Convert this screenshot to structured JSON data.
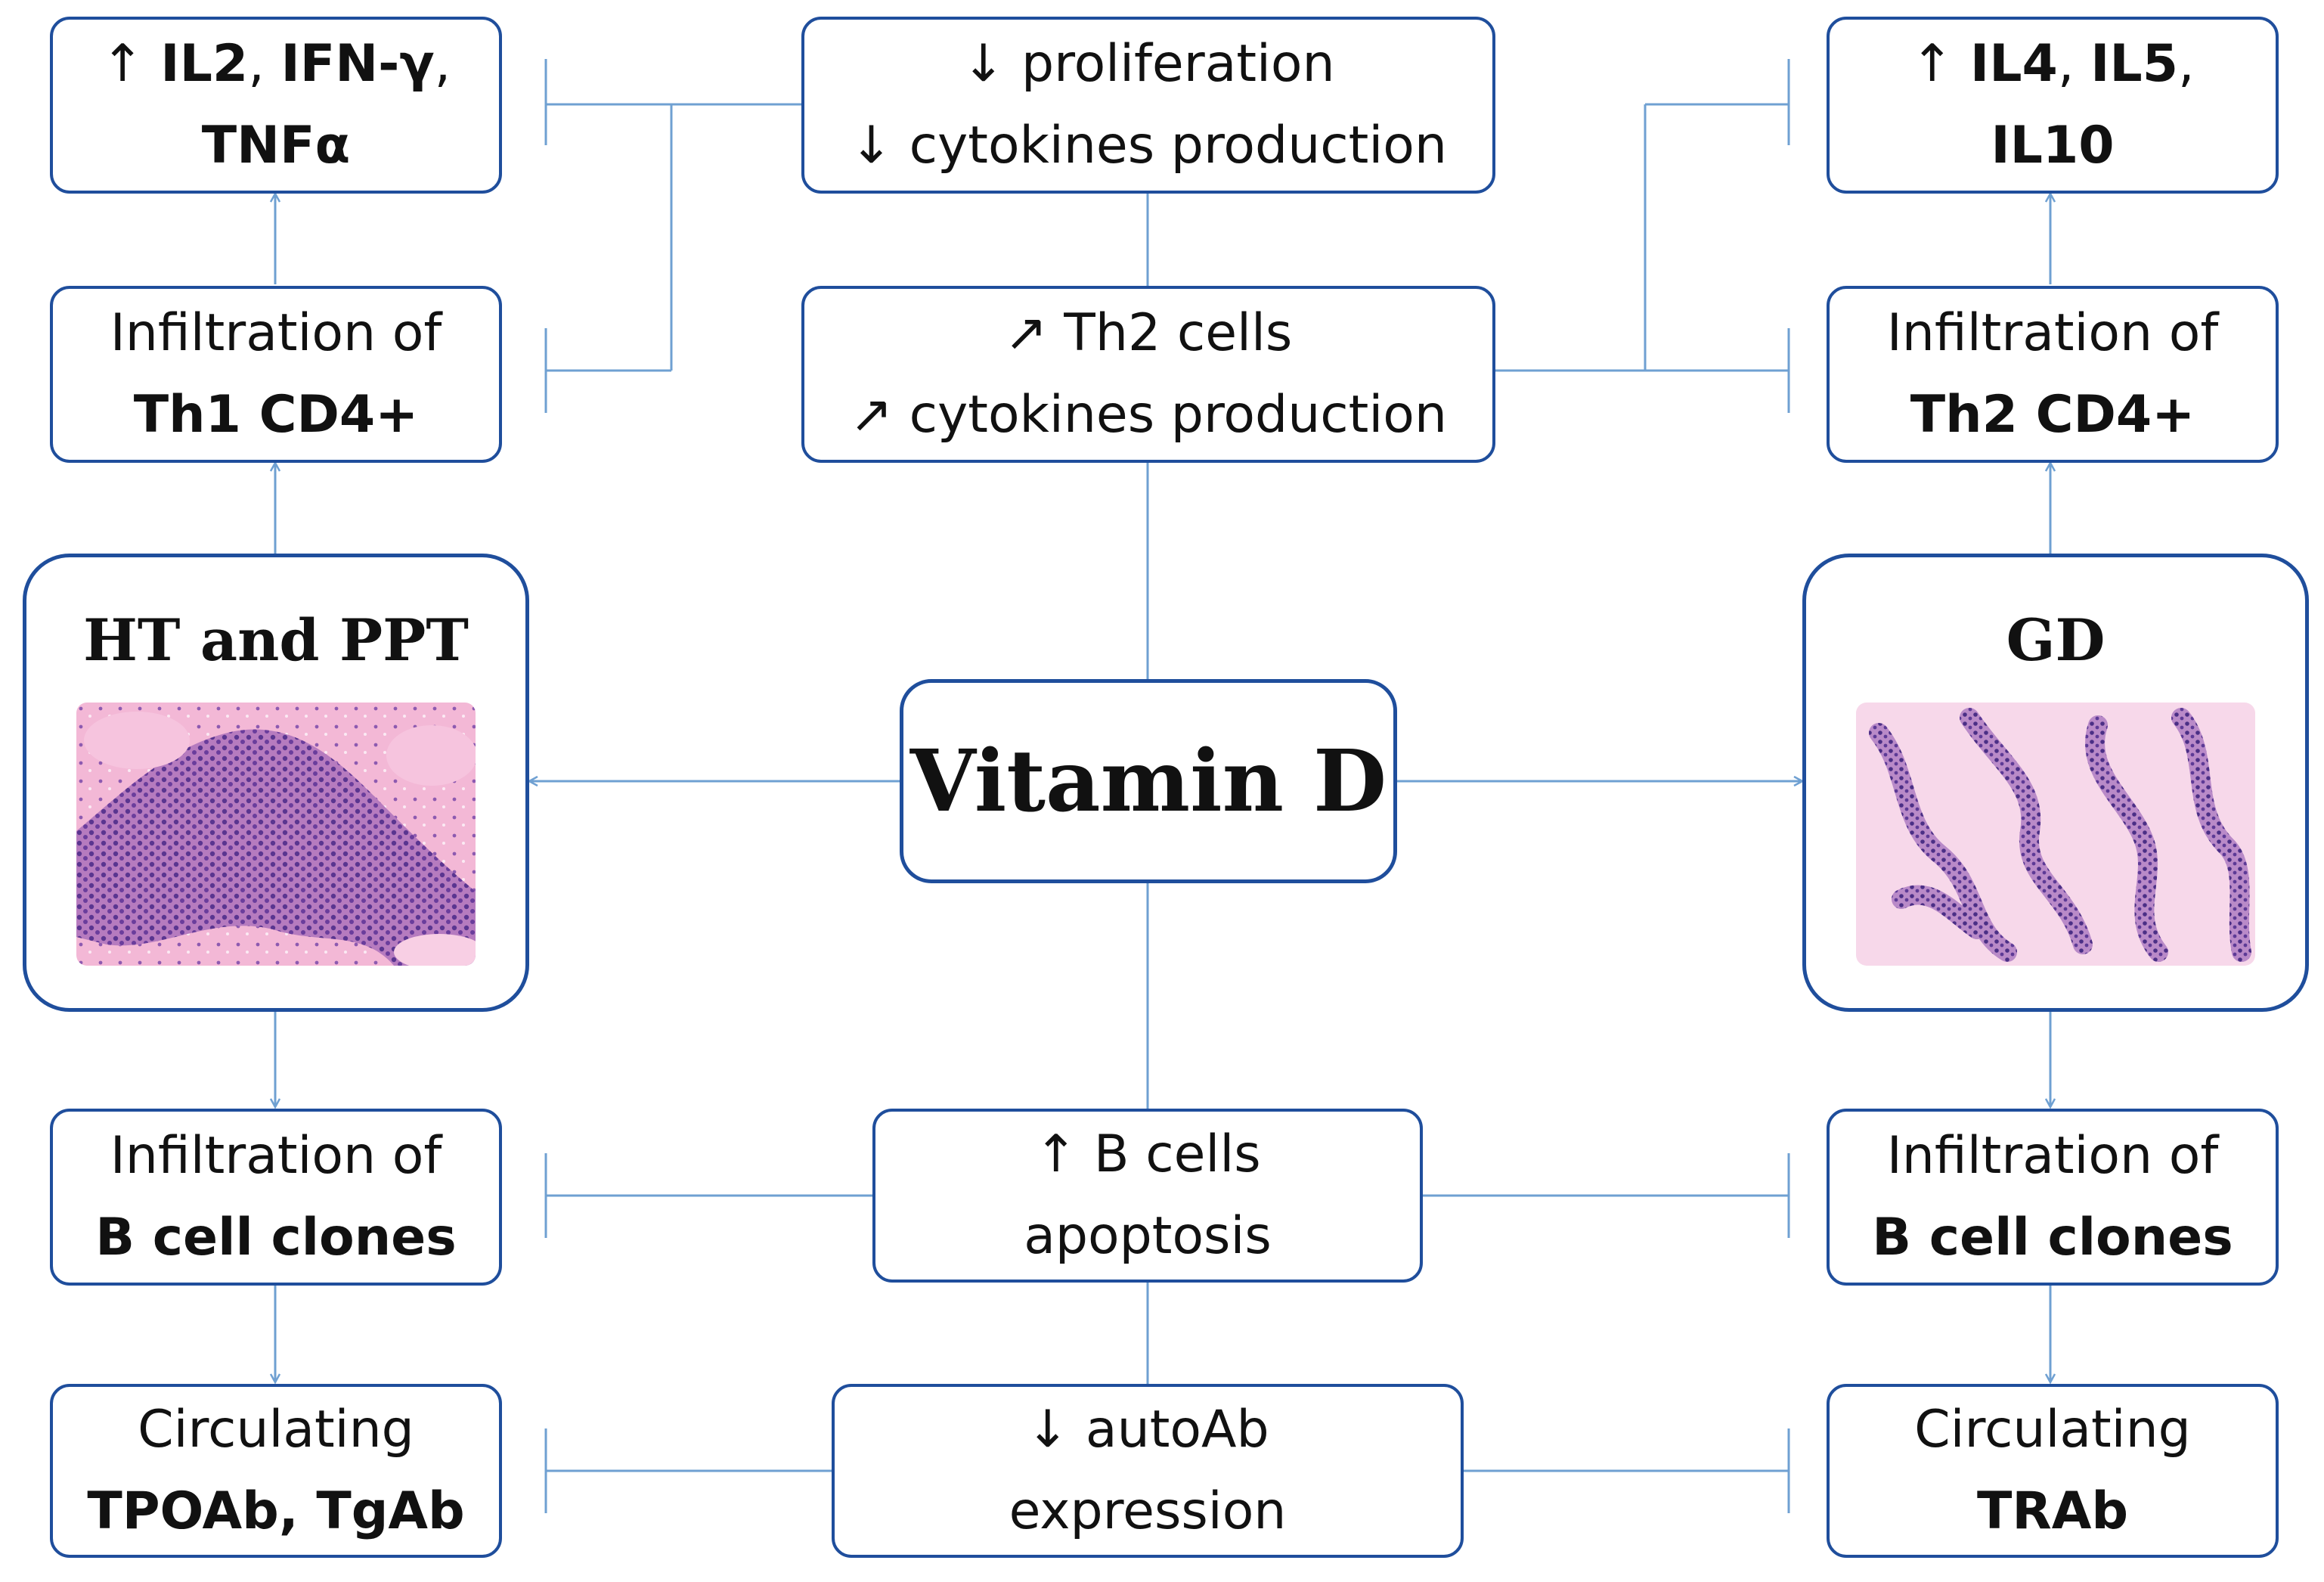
{
  "center": {
    "title": "Vitamin D"
  },
  "mechanisms": {
    "top_line1": "↓ proliferation",
    "top_line2": "↓ cytokines production",
    "mid_line1": "↗ Th2 cells",
    "mid_line2": "↗ cytokines production",
    "b_line1": "↑ B cells",
    "b_line2": "apoptosis",
    "ab_line1": "↓ autoAb",
    "ab_line2": "expression"
  },
  "left": {
    "title": "HT and PPT",
    "cytokines_line1_arrow": "↑ ",
    "cytokines_line1_il2": "IL2",
    "cytokines_line1_sep1": ", ",
    "cytokines_line1_ifn": "IFN-γ",
    "cytokines_line1_sep2": ",",
    "cytokines_line2": "TNFα",
    "th_line1": "Infiltration of",
    "th_line2": "Th1 CD4+",
    "bcell_line1": "Infiltration of",
    "bcell_line2": "B cell clones",
    "ab_line1": "Circulating",
    "ab_line2": "TPOAb, TgAb"
  },
  "right": {
    "title": "GD",
    "cytokines_line1_arrow": "↑ ",
    "cytokines_line1_il4": "IL4",
    "cytokines_line1_sep1": ", ",
    "cytokines_line1_il5": "IL5",
    "cytokines_line1_sep2": ",",
    "cytokines_line2": "IL10",
    "th_line1": "Infiltration of",
    "th_line2": "Th2 CD4+",
    "bcell_line1": "Infiltration of",
    "bcell_line2": "B cell clones",
    "ab_line1": "Circulating",
    "ab_line2": "TRAb"
  },
  "colors": {
    "box_border": "#1f4e9c",
    "connector": "#6fa0d2",
    "tissue_left_bg": "#f3b8d6",
    "tissue_left_cells": "#5a3590",
    "tissue_right_bg": "#f7d8ea",
    "tissue_right_cells": "#4b2f86"
  }
}
